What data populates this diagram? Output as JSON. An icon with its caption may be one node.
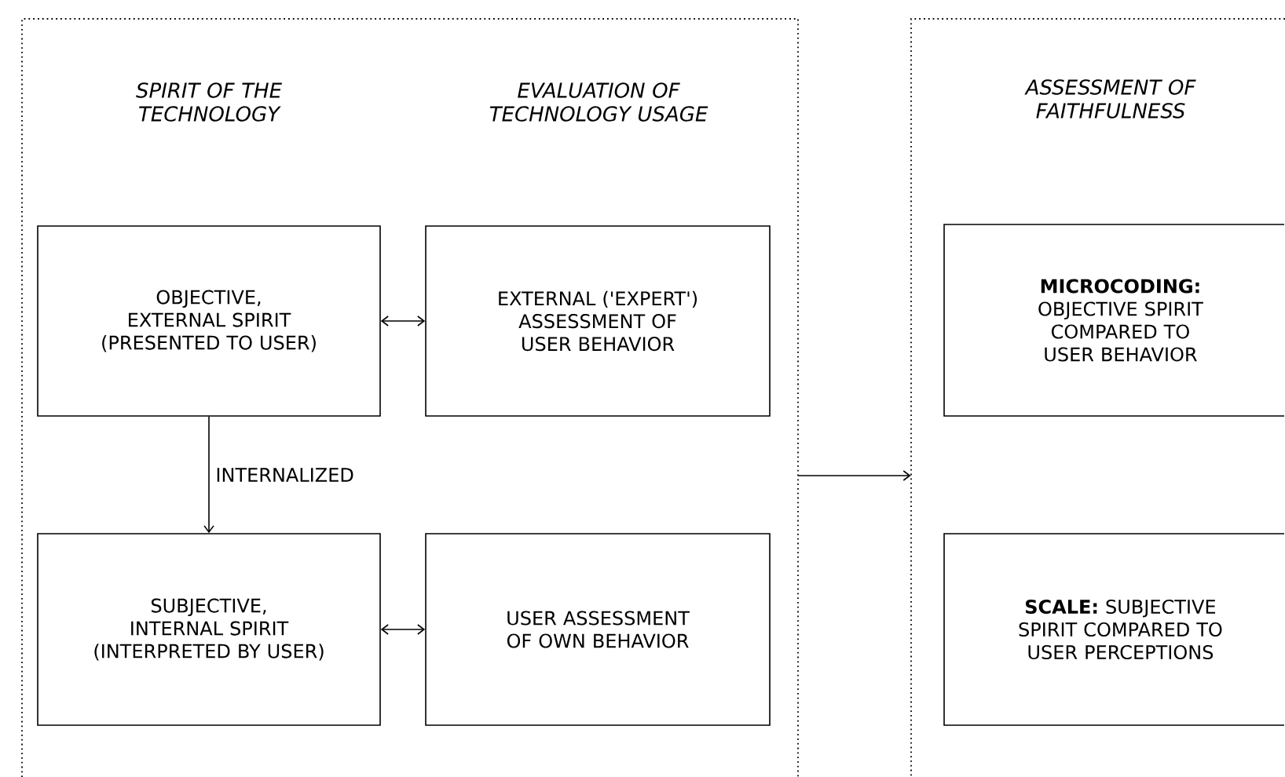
{
  "diagram": {
    "nodes": [
      {
        "text": [
          "SPIRIT OF THE TECHNOLOGY",
          "EVALUATION OF TECHNOLOGY USAGE"
        ]
      },
      {
        "text": [
          "OBJECTIVE, EXTERNAL SPIRIT (PRESENTED TO USER)"
        ],
        "in": 0
      },
      {
        "text": [
          "EXTERNAL ('EXPERT') ASSESSMENT OF USER BEHAVIOR"
        ],
        "in": 0
      },
      {
        "text": [
          "SUBJECTIVE, INTERNAL SPIRIT (INTERPRETED BY USER)"
        ],
        "in": 0
      },
      {
        "text": [
          "USER ASSESSMENT OF OWN BEHAVIOR"
        ],
        "in": 0
      },
      {
        "text": [
          "ASSESSMENT OF FAITHFULNESS"
        ]
      },
      {
        "text": [
          "**MICROCODING:** OBJECTIVE SPIRIT COMPARED TO USER BEHAVIOR"
        ],
        "in": 5
      },
      {
        "text": [
          "**SCALE:** SUBJECTIVE SPIRIT COMPARED TO USER PERCEPTIONS"
        ],
        "in": 5
      }
    ],
    "edges": [
      {
        "from": 1,
        "to": 2,
        "arrow": "both"
      },
      {
        "from": 1,
        "to": 3,
        "arrow": "to",
        "label": "INTERNALIZED"
      },
      {
        "from": 3,
        "to": 4,
        "arrow": "both"
      },
      {
        "from": 0,
        "to": 5,
        "arrow": "to"
      }
    ]
  }
}
